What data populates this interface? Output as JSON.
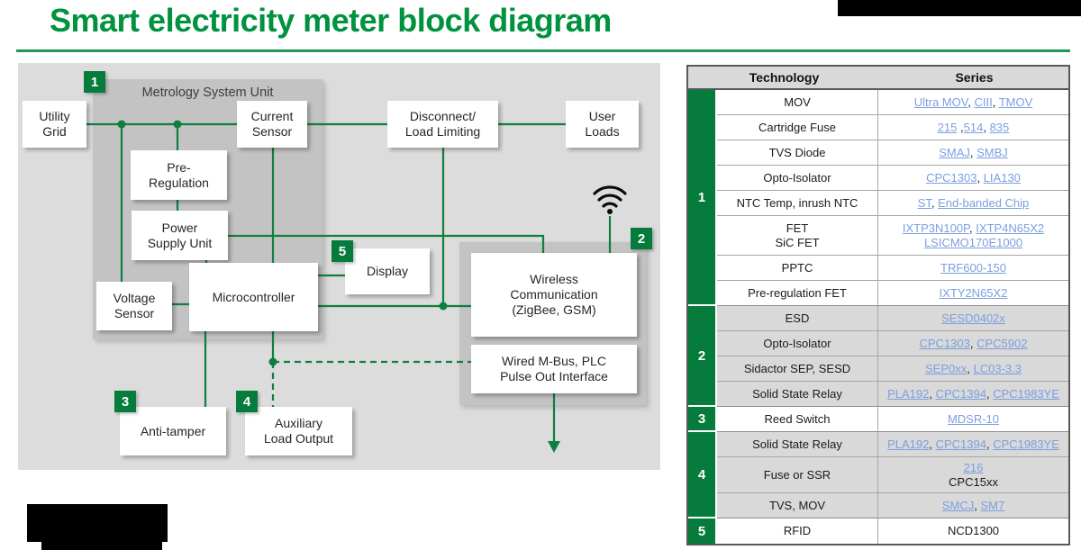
{
  "title": "Smart electricity meter block diagram",
  "colors": {
    "brand_green": "#067C3C",
    "title_green": "#00923F",
    "line_green": "#0E7F3F",
    "link_blue": "#7B9FE0",
    "panel_gray": "#DCDCDC",
    "inner_panel_gray": "#C3C3C3",
    "shaded_row_gray": "#D9D9D9"
  },
  "diagram": {
    "panel_label": "Metrology System Unit",
    "badges": [
      {
        "id": "1",
        "label": "1"
      },
      {
        "id": "2",
        "label": "2"
      },
      {
        "id": "3",
        "label": "3"
      },
      {
        "id": "4",
        "label": "4"
      },
      {
        "id": "5",
        "label": "5"
      }
    ],
    "boxes": [
      {
        "id": "utility-grid",
        "lines": [
          "Utility",
          "Grid"
        ]
      },
      {
        "id": "current-sensor",
        "lines": [
          "Current",
          "Sensor"
        ]
      },
      {
        "id": "disconnect-load-limiting",
        "lines": [
          "Disconnect/",
          "Load Limiting"
        ]
      },
      {
        "id": "user-loads",
        "lines": [
          "User",
          "Loads"
        ]
      },
      {
        "id": "pre-regulation",
        "lines": [
          "Pre-",
          "Regulation"
        ]
      },
      {
        "id": "power-supply-unit",
        "lines": [
          "Power",
          "Supply Unit"
        ]
      },
      {
        "id": "display",
        "lines": [
          "Display"
        ]
      },
      {
        "id": "microcontroller",
        "lines": [
          "Microcontroller"
        ]
      },
      {
        "id": "voltage-sensor",
        "lines": [
          "Voltage",
          "Sensor"
        ]
      },
      {
        "id": "wireless-communication",
        "lines": [
          "Wireless",
          "Communication",
          "(ZigBee, GSM)"
        ]
      },
      {
        "id": "wired-mbus",
        "lines": [
          "Wired M-Bus, PLC",
          "Pulse Out Interface"
        ]
      },
      {
        "id": "anti-tamper",
        "lines": [
          "Anti-tamper"
        ]
      },
      {
        "id": "auxiliary-load-output",
        "lines": [
          "Auxiliary",
          "Load Output"
        ]
      }
    ]
  },
  "table": {
    "header": {
      "technology": "Technology",
      "series": "Series"
    },
    "groups": [
      {
        "number": "1",
        "shaded": false,
        "rows": [
          {
            "technology": [
              "MOV"
            ],
            "series": [
              [
                {
                  "text": "Ultra MOV",
                  "link": true
                },
                {
                  "text": ", ",
                  "link": false
                },
                {
                  "text": "CIII",
                  "link": true
                },
                {
                  "text": ", ",
                  "link": false
                },
                {
                  "text": "TMOV",
                  "link": true
                }
              ]
            ]
          },
          {
            "technology": [
              "Cartridge Fuse"
            ],
            "series": [
              [
                {
                  "text": "215",
                  "link": true
                },
                {
                  "text": " ,",
                  "link": false
                },
                {
                  "text": "514",
                  "link": true
                },
                {
                  "text": ", ",
                  "link": false
                },
                {
                  "text": "835",
                  "link": true
                }
              ]
            ]
          },
          {
            "technology": [
              "TVS Diode"
            ],
            "series": [
              [
                {
                  "text": "SMAJ",
                  "link": true
                },
                {
                  "text": ", ",
                  "link": false
                },
                {
                  "text": "SMBJ",
                  "link": true
                }
              ]
            ]
          },
          {
            "technology": [
              "Opto-Isolator"
            ],
            "series": [
              [
                {
                  "text": "CPC1303",
                  "link": true
                },
                {
                  "text": ", ",
                  "link": false
                },
                {
                  "text": "LIA130",
                  "link": true
                }
              ]
            ]
          },
          {
            "technology": [
              "NTC Temp, inrush NTC"
            ],
            "series": [
              [
                {
                  "text": "ST",
                  "link": true
                },
                {
                  "text": ", ",
                  "link": false
                },
                {
                  "text": "End-banded Chip",
                  "link": true
                }
              ]
            ]
          },
          {
            "technology": [
              "FET",
              "SiC FET"
            ],
            "height": 44,
            "series": [
              [
                {
                  "text": "IXTP3N100P",
                  "link": true
                },
                {
                  "text": ", ",
                  "link": false
                },
                {
                  "text": "IXTP4N65X2",
                  "link": true
                }
              ],
              [
                {
                  "text": "LSICMO170E1000",
                  "link": true
                }
              ]
            ]
          },
          {
            "technology": [
              "PPTC"
            ],
            "series": [
              [
                {
                  "text": "TRF600-150",
                  "link": true
                }
              ]
            ]
          },
          {
            "technology": [
              "Pre-regulation FET"
            ],
            "series": [
              [
                {
                  "text": "IXTY2N65X2",
                  "link": true
                }
              ]
            ]
          }
        ]
      },
      {
        "number": "2",
        "shaded": true,
        "rows": [
          {
            "technology": [
              "ESD"
            ],
            "series": [
              [
                {
                  "text": "SESD0402x",
                  "link": true
                }
              ]
            ]
          },
          {
            "technology": [
              "Opto-Isolator"
            ],
            "series": [
              [
                {
                  "text": "CPC1303",
                  "link": true
                },
                {
                  "text": ", ",
                  "link": false
                },
                {
                  "text": "CPC5902",
                  "link": true
                }
              ]
            ]
          },
          {
            "technology": [
              "Sidactor SEP, SESD"
            ],
            "series": [
              [
                {
                  "text": "SEP0xx",
                  "link": true
                },
                {
                  "text": ", ",
                  "link": false
                },
                {
                  "text": "LC03-3.3",
                  "link": true
                }
              ]
            ]
          },
          {
            "technology": [
              "Solid State Relay"
            ],
            "series": [
              [
                {
                  "text": "PLA192",
                  "link": true
                },
                {
                  "text": ", ",
                  "link": false
                },
                {
                  "text": "CPC1394",
                  "link": true
                },
                {
                  "text": ", ",
                  "link": false
                },
                {
                  "text": "CPC1983YE",
                  "link": true
                }
              ]
            ]
          }
        ]
      },
      {
        "number": "3",
        "shaded": false,
        "rows": [
          {
            "technology": [
              "Reed Switch"
            ],
            "series": [
              [
                {
                  "text": "MDSR-10",
                  "link": true
                }
              ]
            ]
          }
        ]
      },
      {
        "number": "4",
        "shaded": true,
        "rows": [
          {
            "technology": [
              "Solid State Relay"
            ],
            "series": [
              [
                {
                  "text": "PLA192",
                  "link": true
                },
                {
                  "text": ", ",
                  "link": false
                },
                {
                  "text": "CPC1394",
                  "link": true
                },
                {
                  "text": ", ",
                  "link": false
                },
                {
                  "text": "CPC1983YE",
                  "link": true
                }
              ]
            ]
          },
          {
            "technology": [
              "Fuse or SSR"
            ],
            "height": 40,
            "series": [
              [
                {
                  "text": "216",
                  "link": true
                }
              ],
              [
                {
                  "text": "CPC15xx",
                  "link": false
                }
              ]
            ]
          },
          {
            "technology": [
              "TVS, MOV"
            ],
            "series": [
              [
                {
                  "text": "SMCJ",
                  "link": true
                },
                {
                  "text": ", ",
                  "link": false
                },
                {
                  "text": "SM7",
                  "link": true
                }
              ]
            ]
          }
        ]
      },
      {
        "number": "5",
        "shaded": false,
        "rows": [
          {
            "technology": [
              "RFID"
            ],
            "series": [
              [
                {
                  "text": "NCD1300",
                  "link": false
                }
              ]
            ]
          }
        ]
      }
    ]
  }
}
